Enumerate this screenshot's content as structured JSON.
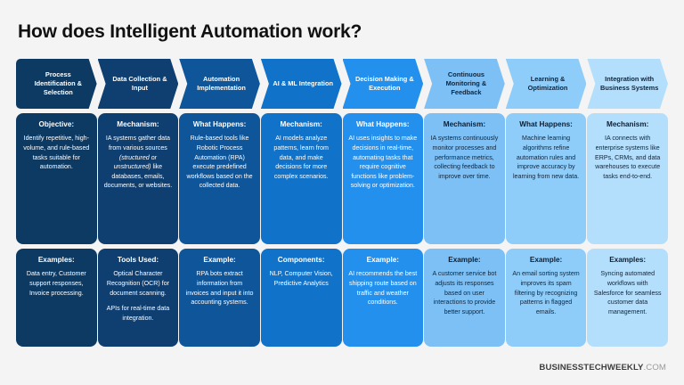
{
  "page": {
    "title": "How does Intelligent Automation work?",
    "background": "#f4f4f4"
  },
  "footer": {
    "brand": "BUSINESSTECHWEEKLY",
    "tld": ".COM"
  },
  "columns": [
    {
      "header": "Process Identification & Selection",
      "color": "#0d3a63",
      "tone": "dark",
      "middle": {
        "heading": "Objective:",
        "body": "Identify repetitive, high-volume, and rule-based tasks suitable for automation."
      },
      "bottom": {
        "heading": "Examples:",
        "body": "Data entry, Customer support responses, Invoice processing."
      }
    },
    {
      "header": "Data Collection & Input",
      "color": "#0e3f70",
      "tone": "dark",
      "middle": {
        "heading": "Mechanism:",
        "body": "IA systems gather data from various sources (structured or unstructured) like databases, emails, documents, or websites.",
        "italic_part": "(structured or unstructured)"
      },
      "bottom": {
        "heading": "Tools Used:",
        "body": "Optical Character Recognition (OCR) for document scanning.",
        "body2": "APIs for real-time data integration."
      }
    },
    {
      "header": "Automation Implementation",
      "color": "#0f5599",
      "tone": "dark",
      "middle": {
        "heading": "What Happens:",
        "body": "Rule-based tools like Robotic Process Automation (RPA) execute predefined workflows based on the collected data."
      },
      "bottom": {
        "heading": "Example:",
        "body": "RPA bots extract information from invoices and input it into accounting systems."
      }
    },
    {
      "header": "AI & ML Integration",
      "color": "#1072c8",
      "tone": "dark",
      "middle": {
        "heading": "Mechanism:",
        "body": "AI models analyze patterns, learn from data, and make decisions for more complex scenarios."
      },
      "bottom": {
        "heading": "Components:",
        "body": "NLP, Computer Vision, Predictive Analytics"
      }
    },
    {
      "header": "Decision Making & Execution",
      "color": "#2490ee",
      "tone": "dark",
      "middle": {
        "heading": "What Happens:",
        "body": "AI uses insights to make decisions in real-time, automating tasks that require cognitive functions like problem-solving or optimization."
      },
      "bottom": {
        "heading": "Example:",
        "body": "AI recommends the best shipping route based on traffic and weather conditions."
      }
    },
    {
      "header": "Continuous Monitoring & Feedback",
      "color": "#7dc0f5",
      "tone": "light",
      "middle": {
        "heading": "Mechanism:",
        "body": "IA systems continuously monitor processes and performance metrics, collecting feedback to improve over time."
      },
      "bottom": {
        "heading": "Example:",
        "body": "A customer service bot adjusts its responses based on user interactions to provide better support."
      }
    },
    {
      "header": "Learning & Optimization",
      "color": "#8ecdfa",
      "tone": "light",
      "middle": {
        "heading": "What Happens:",
        "body": "Machine learning algorithms refine automation rules and improve accuracy by learning from new data."
      },
      "bottom": {
        "heading": "Example:",
        "body": "An email sorting system improves its spam filtering by recognizing patterns in flagged emails."
      }
    },
    {
      "header": "Integration with Business Systems",
      "color": "#b3dffc",
      "tone": "light",
      "middle": {
        "heading": "Mechanism:",
        "body": "IA connects with enterprise systems like ERPs, CRMs, and data warehouses to execute tasks end-to-end."
      },
      "bottom": {
        "heading": "Examples:",
        "body": "Syncing automated workflows with Salesforce for seamless customer data management."
      }
    }
  ]
}
